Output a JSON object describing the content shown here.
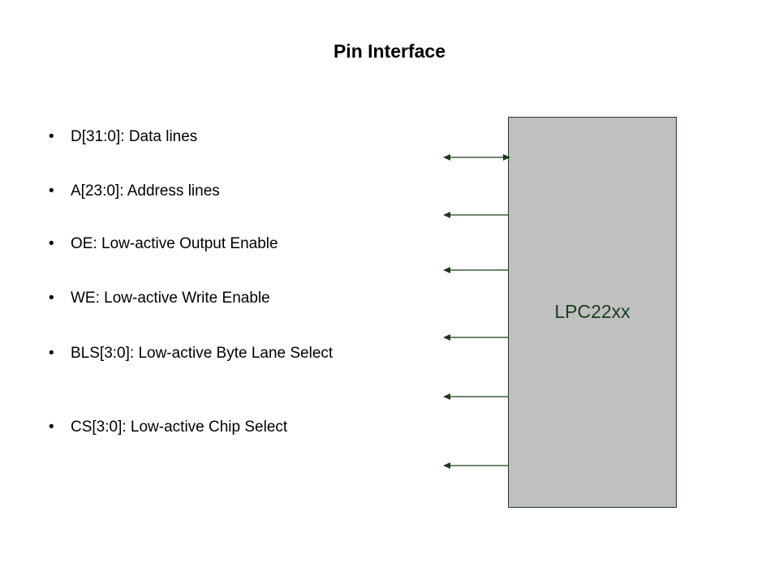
{
  "title": "Pin Interface",
  "bullets": [
    {
      "text": "D[31:0]: Data lines"
    },
    {
      "text": "A[23:0]: Address lines"
    },
    {
      "text": "OE: Low-active Output Enable"
    },
    {
      "text": "WE: Low-active Write Enable"
    },
    {
      "text": "BLS[3:0]: Low-active Byte Lane Select"
    },
    {
      "text": "CS[3:0]: Low-active Chip Select"
    }
  ],
  "bullet_symbol": "•",
  "chip": {
    "label": "LPC22xx",
    "fill": "#c0c0c0",
    "stroke": "#1f3a1f"
  },
  "arrows": [
    {
      "signal": "D[31:0]",
      "direction": "bidirectional"
    },
    {
      "signal": "A[23:0]",
      "direction": "output"
    },
    {
      "signal": "OE",
      "direction": "output"
    },
    {
      "signal": "WE",
      "direction": "output"
    },
    {
      "signal": "BLS[3:0]",
      "direction": "output"
    },
    {
      "signal": "CS[3:0]",
      "direction": "output"
    }
  ],
  "arrow_color": "#1a3d1a"
}
